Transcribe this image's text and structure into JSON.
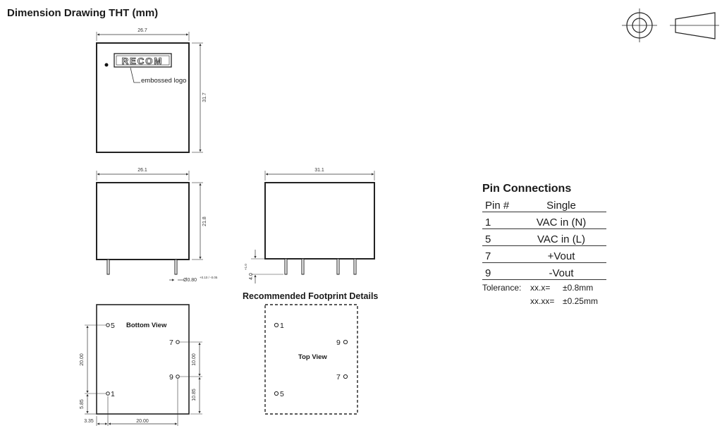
{
  "heading": "Dimension Drawing THT (mm)",
  "top_view": {
    "width_dim": "26.7",
    "height_dim": "31.7",
    "logo_text": "RECOM",
    "logo_callout": "embossed logo"
  },
  "side_view": {
    "width_dim": "26.1",
    "height_dim": "21.8",
    "pin_dim": "Ø0.80",
    "pin_tolerance": "+0.10 / -0.05"
  },
  "front_view": {
    "width_dim": "31.1",
    "pin_length_dim": "4.0",
    "pin_length_tolerance": "+1.0"
  },
  "bottom_view": {
    "label": "Bottom View",
    "pins": [
      "5",
      "1",
      "7",
      "9"
    ],
    "dims": {
      "left_span": "20.00",
      "left_offset": "5.85",
      "bottom_span": "20.00",
      "bottom_offset": "3.35",
      "right_upper": "10.00",
      "right_lower": "10.85"
    }
  },
  "footprint": {
    "heading": "Recommended Footprint Details",
    "label": "Top View",
    "pins": [
      "1",
      "9",
      "7",
      "5"
    ]
  },
  "pin_connections": {
    "title": "Pin Connections",
    "headers": [
      "Pin #",
      "Single"
    ],
    "rows": [
      [
        "1",
        "VAC in (N)"
      ],
      [
        "5",
        "VAC in (L)"
      ],
      [
        "7",
        "+Vout"
      ],
      [
        "9",
        "-Vout"
      ]
    ],
    "tolerance_label": "Tolerance:",
    "tolerance_rows": [
      [
        "xx.x=",
        "±0.8mm"
      ],
      [
        "xx.xx=",
        "±0.25mm"
      ]
    ]
  },
  "projection_symbol": "third-angle-projection-icon"
}
